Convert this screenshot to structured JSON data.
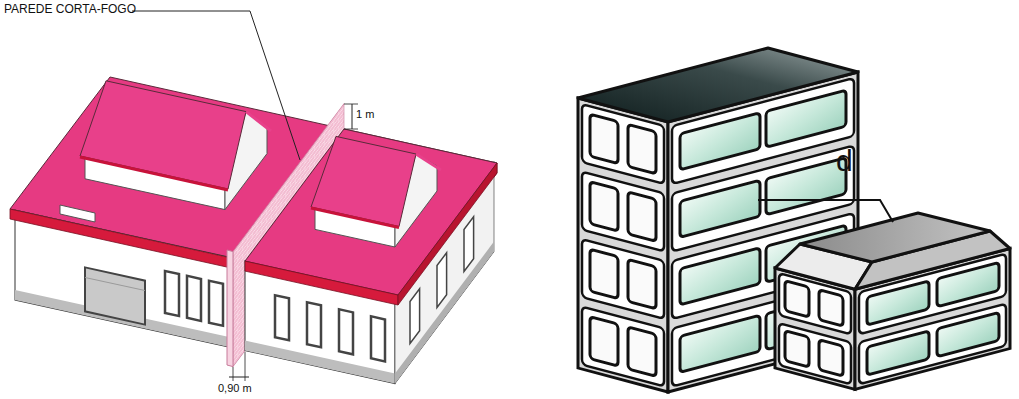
{
  "diagram": {
    "labels": [
      "PAREDE CORTA-FOGO",
      "1 m",
      "0,90 m",
      "d"
    ]
  }
}
